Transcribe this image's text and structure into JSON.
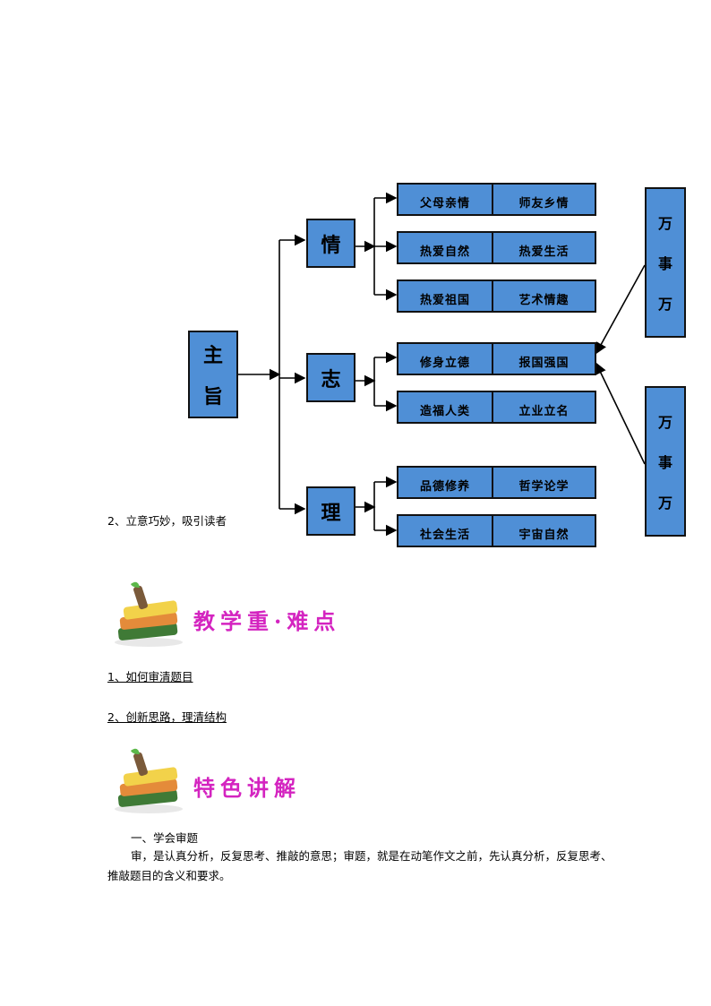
{
  "diagram": {
    "root": "主旨",
    "root_chars": [
      "主",
      "旨"
    ],
    "branches": [
      {
        "label": "情",
        "leaves": [
          [
            "父母亲情",
            "师友乡情"
          ],
          [
            "热爱自然",
            "热爱生活"
          ],
          [
            "热爱祖国",
            "艺术情趣"
          ]
        ]
      },
      {
        "label": "志",
        "leaves": [
          [
            "修身立德",
            "报国强国"
          ],
          [
            "造福人类",
            "立业立名"
          ]
        ]
      },
      {
        "label": "理",
        "leaves": [
          [
            "品德修养",
            "哲学论学"
          ],
          [
            "社会生活",
            "宇宙自然"
          ]
        ]
      }
    ],
    "side_boxes": [
      [
        "万",
        "事",
        "万"
      ],
      [
        "万",
        "事",
        "万"
      ]
    ]
  },
  "texts": {
    "overlap_line": "2、立意巧妙，吸引读者",
    "section1_title": "教学重·难点",
    "key1": "1、如何审清题目",
    "key2": "2、创新思路，理清结构",
    "section2_title": "特色讲解",
    "heading": "一、学会审题",
    "para": "审，是认真分析，反复思考、推敲的意思；审题，就是在动笔作文之前，先认真分析，反复思考、推敲题目的含义和要求。"
  }
}
